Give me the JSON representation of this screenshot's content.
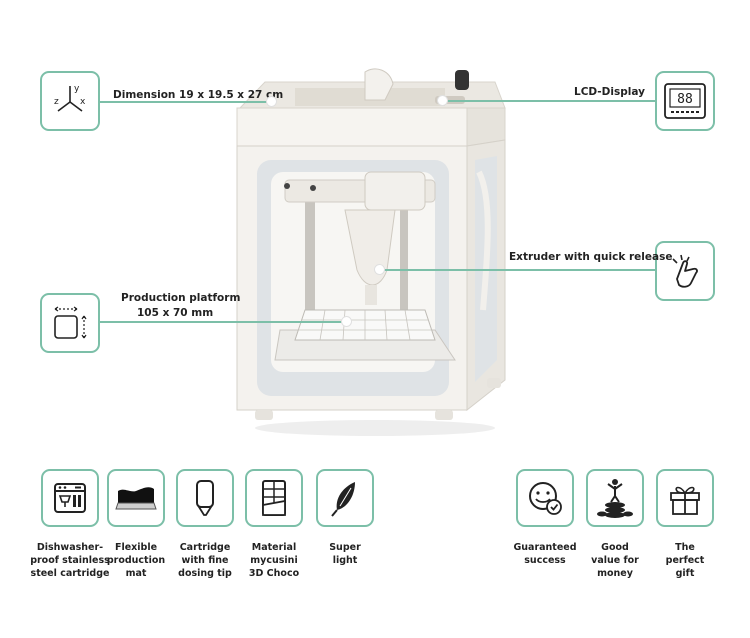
{
  "callouts": {
    "dimension": "Dimension 19 x 19.5 x 27 cm",
    "lcd": "LCD-Display",
    "extruder": "Extruder with quick release",
    "platform_line1": "Production platform",
    "platform_line2": "105  x 70 mm"
  },
  "axes_icon": {
    "x": "x",
    "y": "y",
    "z": "z"
  },
  "lcd_icon_text": "88",
  "features_left": [
    {
      "label": "Dishwasher-\nproof stainless\nsteel cartridge",
      "icon": "dishwasher-icon"
    },
    {
      "label": "Flexible\nproduction\nmat",
      "icon": "flexible-mat-icon"
    },
    {
      "label": "Cartridge\nwith fine\ndosing tip",
      "icon": "cartridge-icon"
    },
    {
      "label": "Material\nmycusini\n3D Choco",
      "icon": "chocolate-bar-icon"
    },
    {
      "label": "Super\nlight",
      "icon": "feather-icon"
    }
  ],
  "features_right": [
    {
      "label": "Guaranteed\nsuccess",
      "icon": "smiley-check-icon"
    },
    {
      "label": "Good\nvalue for\nmoney",
      "icon": "coins-icon"
    },
    {
      "label": "The\nperfect\ngift",
      "icon": "gift-icon"
    }
  ],
  "colors": {
    "accent": "#7cbfa8",
    "printer_body": "#f4f2ee",
    "panel": "#dfe3e6"
  }
}
